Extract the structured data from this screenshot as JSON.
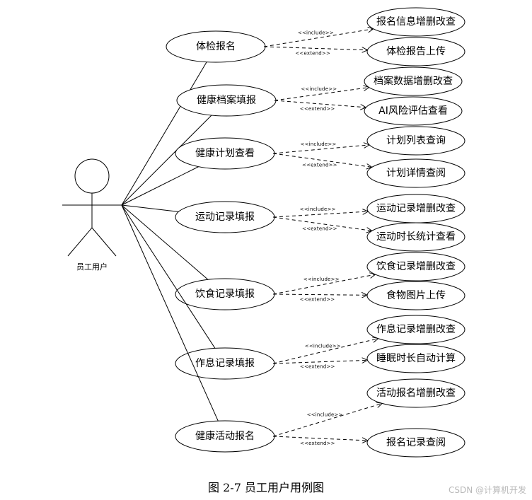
{
  "actor": {
    "label": "员工用户"
  },
  "use_cases": [
    {
      "label": "体检报名",
      "include": "报名信息增删改查",
      "extend": "体检报告上传"
    },
    {
      "label": "健康档案填报",
      "include": "档案数据增删改查",
      "extend": "AI风险评估查看"
    },
    {
      "label": "健康计划查看",
      "include": "计划列表查询",
      "extend": "计划详情查阅"
    },
    {
      "label": "运动记录填报",
      "include": "运动记录增删改查",
      "extend": "运动时长统计查看"
    },
    {
      "label": "饮食记录填报",
      "include": "饮食记录增删改查",
      "extend": "食物图片上传"
    },
    {
      "label": "作息记录填报",
      "include": "作息记录增删改查",
      "extend": "睡眠时长自动计算"
    },
    {
      "label": "健康活动报名",
      "include": "活动报名增删改查",
      "extend": "报名记录查阅"
    }
  ],
  "relation_labels": {
    "include": "<<include>>",
    "extend": "<<extend>>"
  },
  "caption": "图 2-7  员工用户用例图",
  "watermark": "CSDN @计算机开发"
}
